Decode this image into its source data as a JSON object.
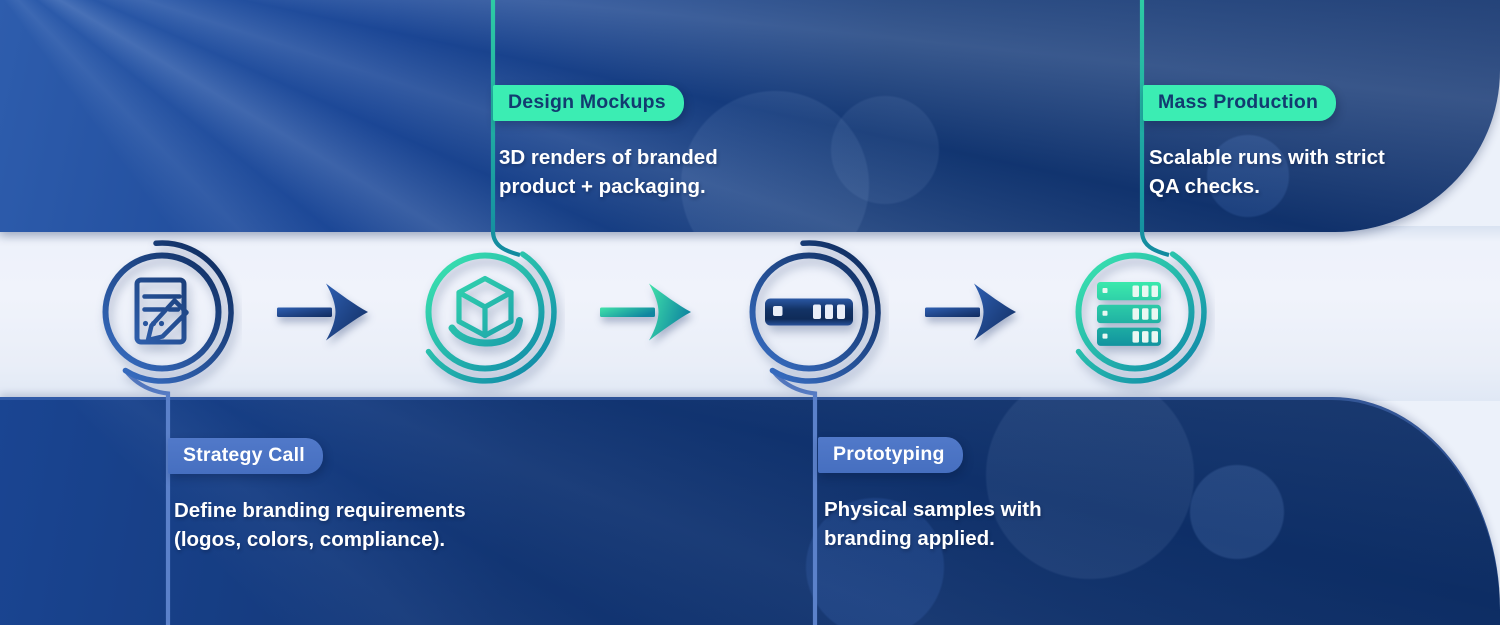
{
  "infographic": {
    "kind": "process-flow",
    "step_count": 4
  },
  "steps": [
    {
      "order": 1,
      "label": "Strategy Call",
      "description": "Define branding requirements (logos, colors, compliance).",
      "label_position": "bottom",
      "pill_color": "#4F77C5",
      "pill_text_color": "#FFFFFF",
      "icon": "document-pencil-icon",
      "icon_theme": "blue"
    },
    {
      "order": 2,
      "label": "Design Mockups",
      "description": "3D renders of branded product + packaging.",
      "label_position": "top",
      "pill_color": "#3BEDB3",
      "pill_text_color": "#123B70",
      "icon": "cube-3d-rotate-icon",
      "icon_theme": "green"
    },
    {
      "order": 3,
      "label": "Prototyping",
      "description": "Physical samples with branding applied.",
      "label_position": "bottom",
      "pill_color": "#4F77C5",
      "pill_text_color": "#FFFFFF",
      "icon": "prototype-device-icon",
      "icon_theme": "blue"
    },
    {
      "order": 4,
      "label": "Mass Production",
      "description": "Scalable runs with strict QA checks.",
      "label_position": "top",
      "pill_color": "#3BEDB3",
      "pill_text_color": "#123B70",
      "icon": "server-stack-icon",
      "icon_theme": "green"
    }
  ],
  "arrows": [
    {
      "icon": "arrow-right-icon",
      "theme": "blue"
    },
    {
      "icon": "arrow-right-icon",
      "theme": "green"
    },
    {
      "icon": "arrow-right-icon",
      "theme": "blue"
    }
  ],
  "colors": {
    "top_band": "#12356F",
    "bottom_band": "#0E2F66",
    "middle_band": "#ECF1FA",
    "accent_green": "#3BEDB3",
    "accent_blue": "#4F77C5",
    "icon_blue_gradient_start": "#0C2858",
    "icon_blue_gradient_end": "#3C74CC",
    "icon_green_gradient_start": "#3FEDAF",
    "icon_green_gradient_end": "#0C82A8",
    "body_text": "#FFFFFF"
  }
}
